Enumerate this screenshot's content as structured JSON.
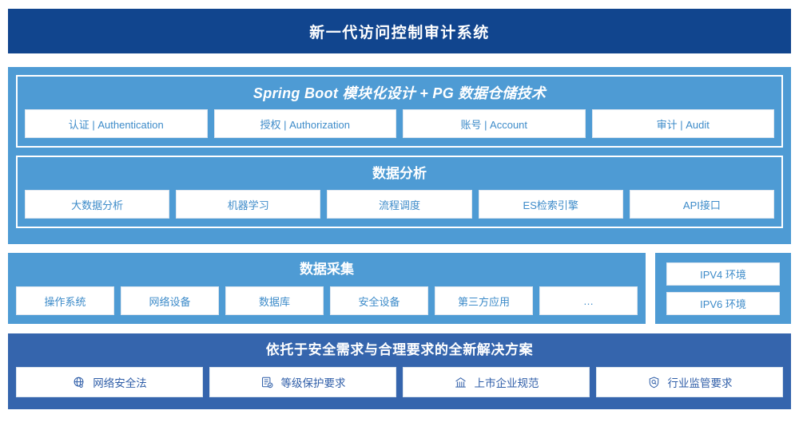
{
  "header": {
    "title": "新一代访问控制审计系统"
  },
  "platform": {
    "title": "Spring Boot 模块化设计 + PG 数据仓储技术",
    "cards": [
      {
        "label": "认证 | Authentication"
      },
      {
        "label": "授权 | Authorization"
      },
      {
        "label": "账号 | Account"
      },
      {
        "label": "审计 | Audit"
      }
    ]
  },
  "analysis": {
    "title": "数据分析",
    "cards": [
      {
        "label": "大数据分析"
      },
      {
        "label": "机器学习"
      },
      {
        "label": "流程调度"
      },
      {
        "label": "ES检索引擎"
      },
      {
        "label": "API接口"
      }
    ]
  },
  "collection": {
    "title": "数据采集",
    "cards": [
      {
        "label": "操作系统"
      },
      {
        "label": "网络设备"
      },
      {
        "label": "数据库"
      },
      {
        "label": "安全设备"
      },
      {
        "label": "第三方应用"
      },
      {
        "label": "…"
      }
    ]
  },
  "environment": {
    "cards": [
      {
        "label": "IPV4 环境"
      },
      {
        "label": "IPV6 环境"
      }
    ]
  },
  "compliance": {
    "title": "依托于安全需求与合理要求的全新解决方案",
    "cards": [
      {
        "label": "网络安全法",
        "icon": "globe-icon"
      },
      {
        "label": "等级保护要求",
        "icon": "document-check-icon"
      },
      {
        "label": "上市企业规范",
        "icon": "bank-icon"
      },
      {
        "label": "行业监管要求",
        "icon": "shield-search-icon"
      }
    ]
  },
  "colors": {
    "header_navy": "#11458e",
    "panel_light_blue": "#4e9bd4",
    "panel_mid_blue": "#3565ad",
    "card_text_blue": "#3d8bc9",
    "card_text_navy": "#2f5ea8"
  }
}
